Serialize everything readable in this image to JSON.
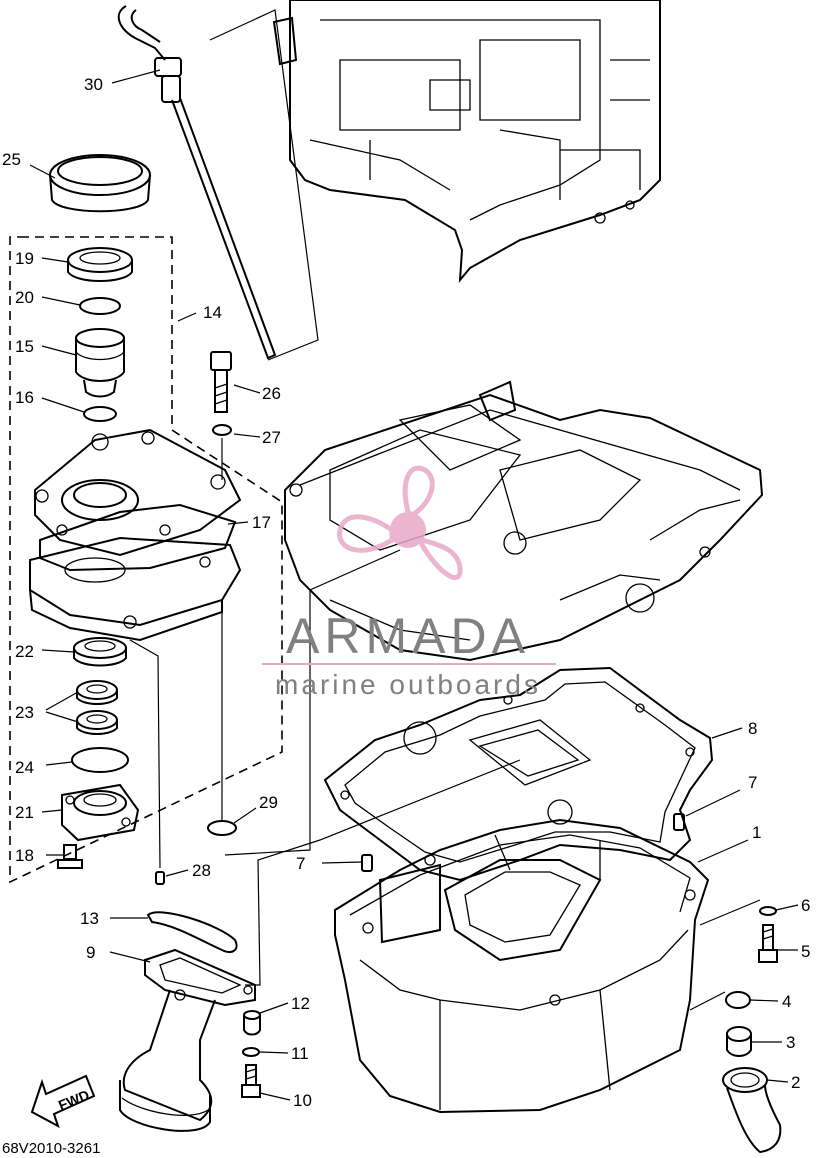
{
  "diagram": {
    "code": "68V2010-3261",
    "fwd_label": "FWD",
    "watermark": {
      "brand": "ARMADA",
      "tagline": "marine outboards",
      "accent": "#e8a9c8",
      "text_color": "#7f7f7f"
    },
    "callouts": [
      {
        "id": "c30",
        "label": "30"
      },
      {
        "id": "c25",
        "label": "25"
      },
      {
        "id": "c19",
        "label": "19"
      },
      {
        "id": "c20",
        "label": "20"
      },
      {
        "id": "c14",
        "label": "14"
      },
      {
        "id": "c15",
        "label": "15"
      },
      {
        "id": "c26",
        "label": "26"
      },
      {
        "id": "c16",
        "label": "16"
      },
      {
        "id": "c27",
        "label": "27"
      },
      {
        "id": "c17",
        "label": "17"
      },
      {
        "id": "c22",
        "label": "22"
      },
      {
        "id": "c23",
        "label": "23"
      },
      {
        "id": "c24",
        "label": "24"
      },
      {
        "id": "c29",
        "label": "29"
      },
      {
        "id": "c21",
        "label": "21"
      },
      {
        "id": "c18",
        "label": "18"
      },
      {
        "id": "c28",
        "label": "28"
      },
      {
        "id": "c8",
        "label": "8"
      },
      {
        "id": "c7a",
        "label": "7"
      },
      {
        "id": "c1",
        "label": "1"
      },
      {
        "id": "c7b",
        "label": "7"
      },
      {
        "id": "c13",
        "label": "13"
      },
      {
        "id": "c9",
        "label": "9"
      },
      {
        "id": "c6",
        "label": "6"
      },
      {
        "id": "c5",
        "label": "5"
      },
      {
        "id": "c12",
        "label": "12"
      },
      {
        "id": "c4",
        "label": "4"
      },
      {
        "id": "c11",
        "label": "11"
      },
      {
        "id": "c3",
        "label": "3"
      },
      {
        "id": "c2",
        "label": "2"
      },
      {
        "id": "c10",
        "label": "10"
      }
    ]
  }
}
